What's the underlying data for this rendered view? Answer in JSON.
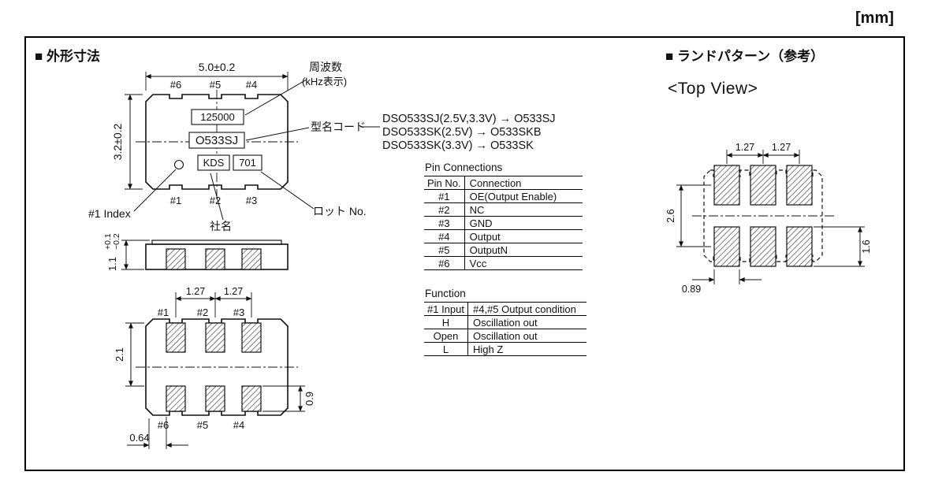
{
  "page": {
    "units": "[mm]",
    "section_outline_title": "■ 外形寸法",
    "section_land_title": "■ ランドパターン（参考）",
    "top_view_label": "<Top View>"
  },
  "top_view": {
    "dim_width": "5.0±0.2",
    "dim_height": "3.2±0.2",
    "pins_top": [
      "#6",
      "#5",
      "#4"
    ],
    "pins_bottom": [
      "#1",
      "#2",
      "#3"
    ],
    "marking_frequency": "125000",
    "marking_model": "O533SJ",
    "marking_company": "KDS",
    "marking_lot": "701",
    "label_frequency_1": "周波数",
    "label_frequency_2": "(kHz表示)",
    "label_model_code": "型名コード",
    "label_index": "#1 Index",
    "label_company": "社名",
    "label_lot": "ロット No.",
    "model_code_lines": [
      "DSO533SJ(2.5V,3.3V) → O533SJ",
      "DSO533SK(2.5V) → O533SKB",
      "DSO533SK(3.3V) → O533SK"
    ]
  },
  "side_view": {
    "dim_height": "1.1",
    "tol_plus": "+0.1",
    "tol_minus": "−0.2"
  },
  "bottom_view": {
    "dim_pitch_left": "1.27",
    "dim_pitch_right": "1.27",
    "pins_top": [
      "#1",
      "#2",
      "#3"
    ],
    "pins_bottom": [
      "#6",
      "#5",
      "#4"
    ],
    "dim_pad_span": "2.1",
    "dim_pad_height": "0.9",
    "dim_edge_offset": "0.64"
  },
  "pin_connections": {
    "title": "Pin Connections",
    "headers": [
      "Pin No.",
      "Connection"
    ],
    "rows": [
      [
        "#1",
        "OE(Output Enable)"
      ],
      [
        "#2",
        "NC"
      ],
      [
        "#3",
        "GND"
      ],
      [
        "#4",
        "Output"
      ],
      [
        "#5",
        "OutputN"
      ],
      [
        "#6",
        "Vᴄᴄ"
      ]
    ]
  },
  "function": {
    "title": "Function",
    "headers": [
      "#1 Input",
      "#4,#5 Output condition"
    ],
    "rows": [
      [
        "H",
        "Oscillation out"
      ],
      [
        "Open",
        "Oscillation out"
      ],
      [
        "L",
        "High Z"
      ]
    ]
  },
  "land_pattern": {
    "dim_pitch_left": "1.27",
    "dim_pitch_right": "1.27",
    "dim_row_span": "2.6",
    "dim_pad_height": "1.6",
    "dim_pad_width": "0.89"
  }
}
